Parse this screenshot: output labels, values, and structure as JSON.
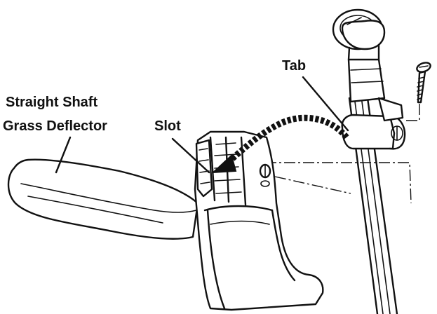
{
  "labels": {
    "deflector_line1": "Straight Shaft",
    "deflector_line2": "Grass Deflector",
    "slot": "Slot",
    "tab": "Tab"
  },
  "icons": {
    "screw": "screw-icon",
    "arrow": "dashed-arrow-icon"
  },
  "colors": {
    "ink": "#111111",
    "background": "#ffffff"
  }
}
